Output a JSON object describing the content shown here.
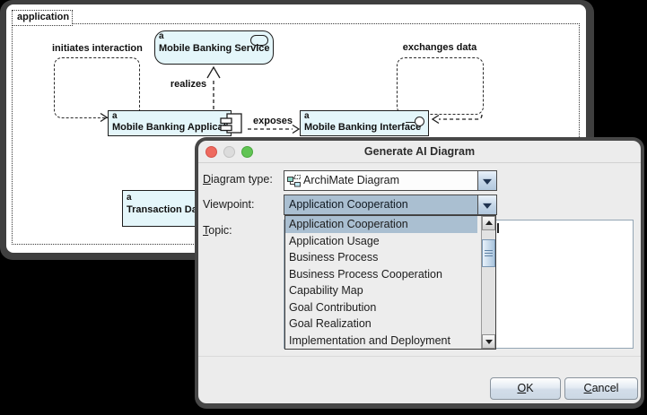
{
  "diagram": {
    "group_label": "application",
    "elements": {
      "service": {
        "badge": "a",
        "label": "Mobile Banking Service"
      },
      "application": {
        "badge": "a",
        "label": "Mobile Banking Application"
      },
      "interface": {
        "badge": "a",
        "label": "Mobile Banking Interface"
      },
      "transaction": {
        "badge": "a",
        "label": "Transaction Data"
      },
      "initiates": {
        "label": "initiates interaction"
      },
      "exchanges": {
        "label": "exchanges data"
      }
    },
    "relations": {
      "realizes": "realizes",
      "exposes": "exposes"
    }
  },
  "dialog": {
    "title": "Generate AI Diagram",
    "fields": {
      "diagram_type_label": {
        "mn": "D",
        "rest": "iagram type:"
      },
      "diagram_type_value": "ArchiMate Diagram",
      "viewpoint_label": "Viewpoint:",
      "viewpoint_value": "Application Cooperation",
      "topic_label": {
        "mn": "T",
        "rest": "opic:"
      }
    },
    "viewpoint_options": [
      "Application Cooperation",
      "Application Usage",
      "Business Process",
      "Business Process Cooperation",
      "Capability Map",
      "Goal Contribution",
      "Goal Realization",
      "Implementation and Deployment"
    ],
    "selected_option": "Application Cooperation",
    "buttons": {
      "ok": {
        "mn": "O",
        "rest": "K"
      },
      "cancel": {
        "mn": "C",
        "rest": "ancel"
      }
    }
  },
  "icons": {
    "traffic_lights": [
      "close",
      "minimize",
      "zoom"
    ],
    "diagram_type": "archimate-diagram-icon",
    "component": "uml-component-icon",
    "interface": "lollipop-interface-icon",
    "service": "oval-service-icon",
    "combo_arrow": "chevron-down-icon",
    "scrollbar": [
      "scroll-up-icon",
      "scroll-down-icon"
    ]
  },
  "colors": {
    "element_fill": "#e4f6fa",
    "selection_highlight": "#aabfd1",
    "dialog_bg": "#ececec",
    "traffic_red": "#ee6a5f",
    "traffic_gray": "#dcdcdc",
    "traffic_green": "#61c454",
    "window_frame": "#3f3f3f"
  }
}
